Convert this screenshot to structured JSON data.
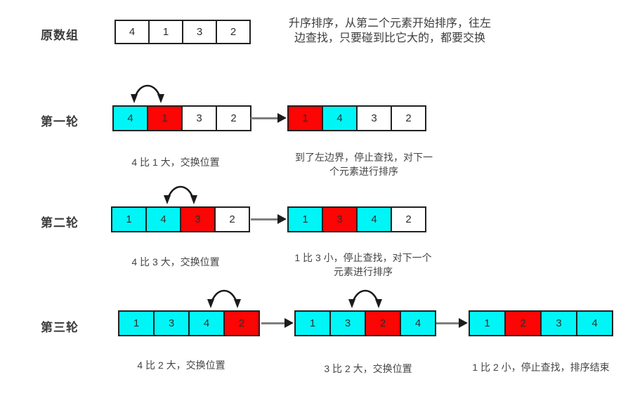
{
  "description": {
    "line1": "升序排序，从第二个元素开始排序，往左",
    "line2": "边查找，只要碰到比它大的，都要交换"
  },
  "original": {
    "label": "原数组",
    "cells": [
      {
        "value": "4",
        "color": "white"
      },
      {
        "value": "1",
        "color": "white"
      },
      {
        "value": "3",
        "color": "white"
      },
      {
        "value": "2",
        "color": "white"
      }
    ]
  },
  "rounds": [
    {
      "label": "第一轮",
      "steps": [
        {
          "cells": [
            {
              "value": "4",
              "color": "cyan"
            },
            {
              "value": "1",
              "color": "red"
            },
            {
              "value": "3",
              "color": "white"
            },
            {
              "value": "2",
              "color": "white"
            }
          ],
          "caption": {
            "line1": "4 比 1 大，交换位置"
          }
        },
        {
          "cells": [
            {
              "value": "1",
              "color": "red"
            },
            {
              "value": "4",
              "color": "cyan"
            },
            {
              "value": "3",
              "color": "white"
            },
            {
              "value": "2",
              "color": "white"
            }
          ],
          "caption": {
            "line1": "到了左边界，停止查找，对下一",
            "line2": "个元素进行排序"
          }
        }
      ]
    },
    {
      "label": "第二轮",
      "steps": [
        {
          "cells": [
            {
              "value": "1",
              "color": "cyan"
            },
            {
              "value": "4",
              "color": "cyan"
            },
            {
              "value": "3",
              "color": "red"
            },
            {
              "value": "2",
              "color": "white"
            }
          ],
          "caption": {
            "line1": "4 比 3 大，交换位置"
          }
        },
        {
          "cells": [
            {
              "value": "1",
              "color": "cyan"
            },
            {
              "value": "3",
              "color": "red"
            },
            {
              "value": "4",
              "color": "cyan"
            },
            {
              "value": "2",
              "color": "white"
            }
          ],
          "caption": {
            "line1": "1 比 3 小，停止查找，对下一个",
            "line2": "元素进行排序"
          }
        }
      ]
    },
    {
      "label": "第三轮",
      "steps": [
        {
          "cells": [
            {
              "value": "1",
              "color": "cyan"
            },
            {
              "value": "3",
              "color": "cyan"
            },
            {
              "value": "4",
              "color": "cyan"
            },
            {
              "value": "2",
              "color": "red"
            }
          ],
          "caption": {
            "line1": "4 比 2 大，交换位置"
          }
        },
        {
          "cells": [
            {
              "value": "1",
              "color": "cyan"
            },
            {
              "value": "3",
              "color": "cyan"
            },
            {
              "value": "2",
              "color": "red"
            },
            {
              "value": "4",
              "color": "cyan"
            }
          ],
          "caption": {
            "line1": "3 比 2 大，交换位置"
          }
        },
        {
          "cells": [
            {
              "value": "1",
              "color": "cyan"
            },
            {
              "value": "2",
              "color": "red"
            },
            {
              "value": "3",
              "color": "cyan"
            },
            {
              "value": "4",
              "color": "cyan"
            }
          ],
          "caption": {
            "line1": "1 比 2 小，停止查找，排序结束"
          }
        }
      ]
    }
  ],
  "colors": {
    "cyan": "#00F6F6",
    "red": "#FB0505",
    "white": "#FFFFFF",
    "border": "#212121",
    "arrow": "#1B1B1B"
  }
}
